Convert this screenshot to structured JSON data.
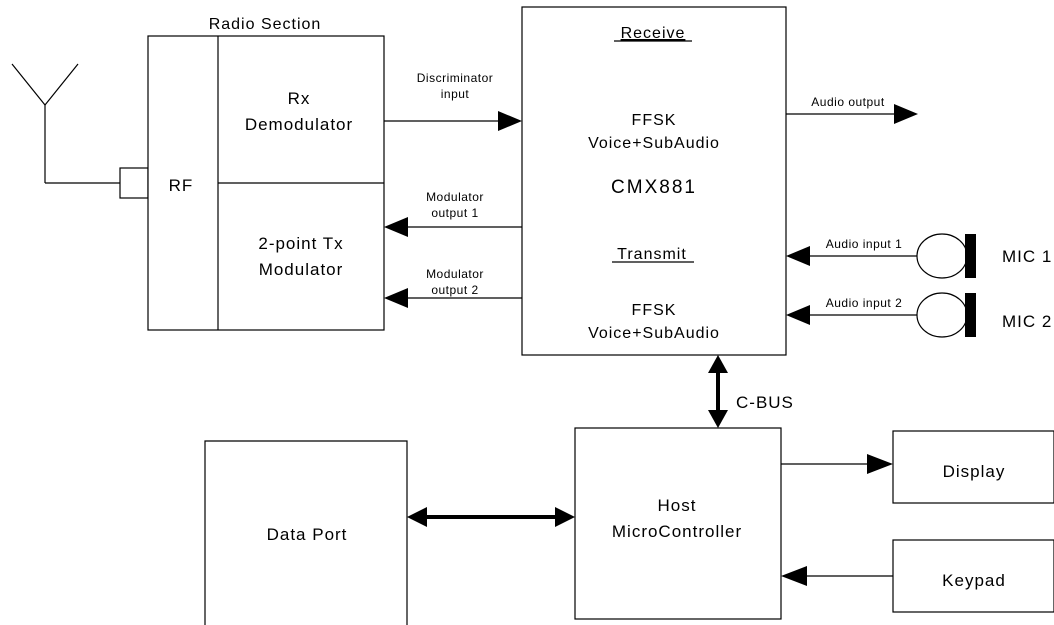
{
  "radio_section": {
    "title": "Radio Section",
    "rf_label": "RF",
    "rx_line1": "Rx",
    "rx_line2": "Demodulator",
    "tx_line1": "2-point Tx",
    "tx_line2": "Modulator"
  },
  "cmx": {
    "receive_label": "Receive",
    "rx_ffsk": "FFSK",
    "rx_voice": "Voice+SubAudio",
    "chip_name": "CMX881",
    "transmit_label": "Transmit",
    "tx_ffsk": "FFSK",
    "tx_voice": "Voice+SubAudio"
  },
  "signals": {
    "discriminator_line1": "Discriminator",
    "discriminator_line2": "input",
    "mod1_line1": "Modulator",
    "mod1_line2": "output 1",
    "mod2_line1": "Modulator",
    "mod2_line2": "output 2",
    "audio_output": "Audio output",
    "audio_input_1": "Audio input 1",
    "audio_input_2": "Audio input 2",
    "cbus": "C-BUS"
  },
  "mics": {
    "mic1": "MIC 1",
    "mic2": "MIC 2"
  },
  "host": {
    "line1": "Host",
    "line2": "MicroController"
  },
  "peripherals": {
    "display": "Display",
    "keypad": "Keypad",
    "data_port": "Data Port"
  }
}
